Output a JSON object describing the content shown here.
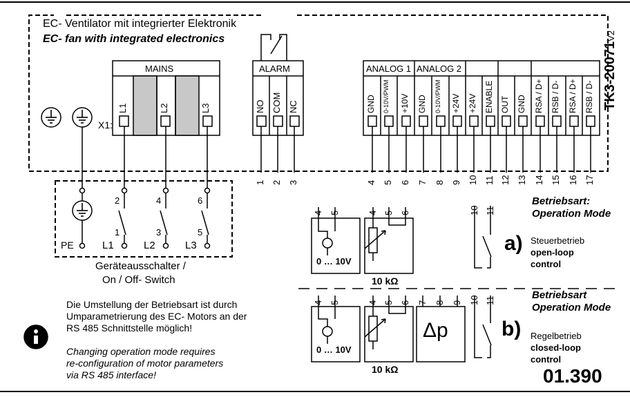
{
  "header": {
    "title_de": "EC- Ventilator mit integrierter Elektronik",
    "title_en": "EC- fan with integrated electronics",
    "doc_id": "TK3-20071",
    "doc_ver": "V2"
  },
  "terminals": {
    "connector": "X1:",
    "mains": {
      "label": "MAINS",
      "pins": [
        "L1",
        "L2",
        "L3"
      ]
    },
    "alarm": {
      "label": "ALARM",
      "pins": [
        "NO",
        "COM",
        "NC"
      ],
      "numbers": [
        "1",
        "2",
        "3"
      ]
    },
    "analog1": "ANALOG 1",
    "analog2": "ANALOG 2",
    "signal_pins": [
      "GND",
      "0-10V/PWM",
      "+10V",
      "GND",
      "0-10V/PWM",
      "+24V",
      "+24V",
      "ENABLE",
      "OUT",
      "GND",
      "RSA / D+",
      "RSB / D-",
      "RSA / D+",
      "RSB / D-"
    ],
    "signal_numbers": [
      "4",
      "5",
      "6",
      "7",
      "8",
      "9",
      "10",
      "11",
      "12",
      "13",
      "14",
      "15",
      "16",
      "17"
    ]
  },
  "switch": {
    "upper_numbers": [
      "2",
      "4",
      "6"
    ],
    "lower_numbers": [
      "1",
      "3",
      "5"
    ],
    "pe": "PE",
    "lines": [
      "L1",
      "L2",
      "L3"
    ],
    "caption_de": "Geräteausschalter /",
    "caption_en": "On / Off- Switch"
  },
  "mode_a": {
    "heading_de": "Betriebsart:",
    "heading_en": "Operation Mode",
    "letter": "a)",
    "desc_de": "Steuerbetrieb",
    "desc_en1": "open-loop",
    "desc_en2": "control",
    "src_pins": [
      "4",
      "5"
    ],
    "pot_pins": [
      "4",
      "5",
      "6"
    ],
    "sw_pins": [
      "10",
      "11"
    ],
    "range": "0 … 10V",
    "pot_value": "10 kΩ"
  },
  "mode_b": {
    "heading_de": "Betriebsart",
    "heading_en": "Operation Mode",
    "letter": "b)",
    "desc_de": "Regelbetrieb",
    "desc_en1": "closed-loop",
    "desc_en2": "control",
    "src_pins": [
      "4",
      "5"
    ],
    "pot_pins": [
      "4",
      "5",
      "6"
    ],
    "dp_pins": [
      "7",
      "8",
      "9"
    ],
    "sw_pins": [
      "10",
      "11"
    ],
    "range": "0 … 10V",
    "pot_value": "10 kΩ",
    "dp_label": "Δp"
  },
  "note": {
    "de1": "Die Umstellung der Betriebsart ist durch",
    "de2": "Umparametrierung des EC- Motors an der",
    "de3": "RS 485 Schnittstelle möglich!",
    "en1": "Changing operation mode requires",
    "en2": "re-configuration of motor parameters",
    "en3": "via RS 485 interface!",
    "icon": "info-icon"
  },
  "footer_number": "01.390"
}
